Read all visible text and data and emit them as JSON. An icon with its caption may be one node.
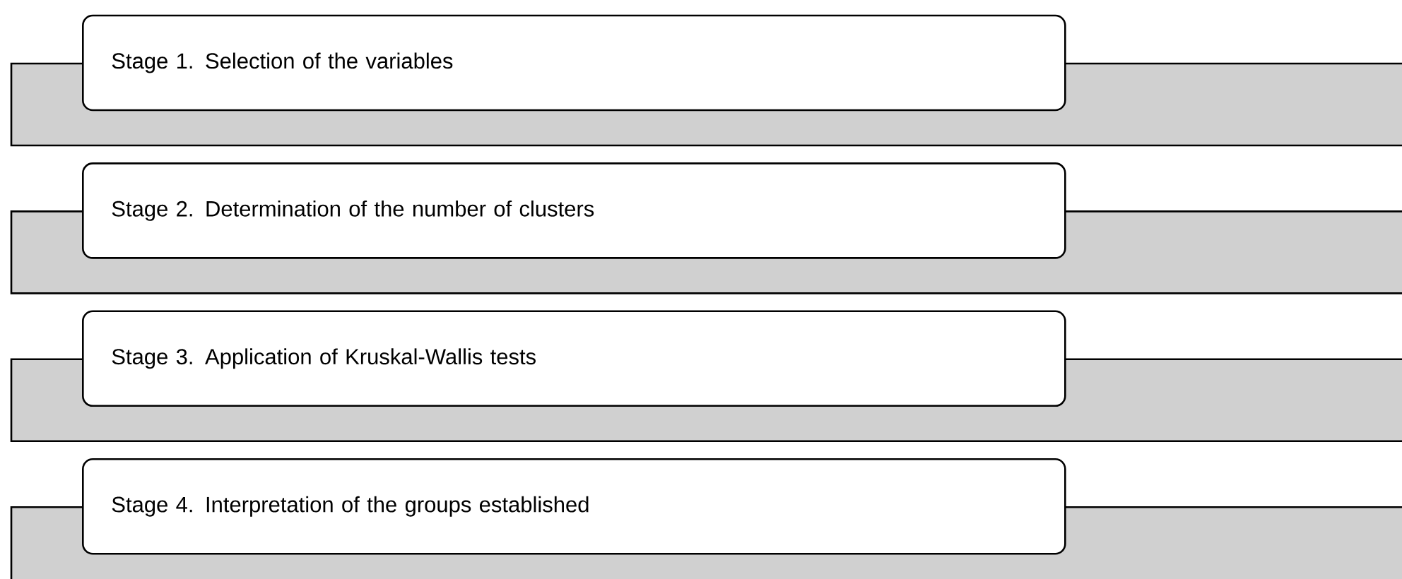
{
  "diagram": {
    "nodes": [
      {
        "text": [
          "Stage 1. Selection of the variables"
        ]
      },
      {
        "text": [
          "Stage 2. Determination of the number of clusters"
        ]
      },
      {
        "text": [
          "Stage 3. Application of Kruskal-Wallis tests"
        ]
      },
      {
        "text": [
          "Stage 4. Interpretation of the groups established"
        ]
      }
    ]
  }
}
